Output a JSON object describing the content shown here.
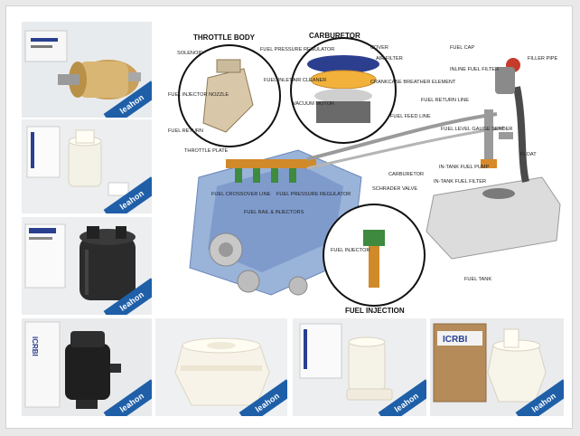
{
  "brand": {
    "watermark": "leahon",
    "badge_color": "#1e5fa8",
    "box_text": "ICRBI"
  },
  "diagram": {
    "titles": {
      "throttle_body": "THROTTLE BODY",
      "carburetor": "CARBURETOR",
      "fuel_injection": "FUEL INJECTION"
    },
    "labels": {
      "solenoid": "SOLENOID",
      "fuel_pressure_regulator": "FUEL PRESSURE REGULATOR",
      "fuel_inlet": "FUEL INLET",
      "fuel_injector_nozzle": "FUEL INJECTOR NOZZLE",
      "fuel_return": "FUEL RETURN",
      "throttle_plate": "THROTTLE PLATE",
      "cover": "COVER",
      "air_filter": "AIR FILTER",
      "air_cleaner": "AIR CLEANER",
      "crankcase_breather_element": "CRANKCASE BREATHER ELEMENT",
      "vacuum_motor": "VACUUM MOTOR",
      "fuel_feed_line": "FUEL FEED LINE",
      "fuel_return_line": "FUEL RETURN LINE",
      "fuel_cap": "FUEL CAP",
      "inline_fuel_filter": "INLINE FUEL FILTER",
      "filler_pipe": "FILLER PIPE",
      "fuel_level_gauge_sender": "FUEL LEVEL GAUGE SENDER",
      "float": "FLOAT",
      "in_tank_fuel_pump": "IN-TANK FUEL PUMP",
      "in_tank_fuel_filter": "IN-TANK FUEL FILTER",
      "carburetor_lbl": "CARBURETOR",
      "schrader_valve": "SCHRADER VALVE",
      "fuel_crossover_line": "FUEL CROSSOVER LINE",
      "fuel_rail_injectors": "FUEL RAIL & INJECTORS",
      "fuel_pressure_regulator_2": "FUEL PRESSURE REGULATOR",
      "fuel_injector": "FUEL INJECTOR",
      "fuel_tank": "FUEL TANK"
    }
  }
}
